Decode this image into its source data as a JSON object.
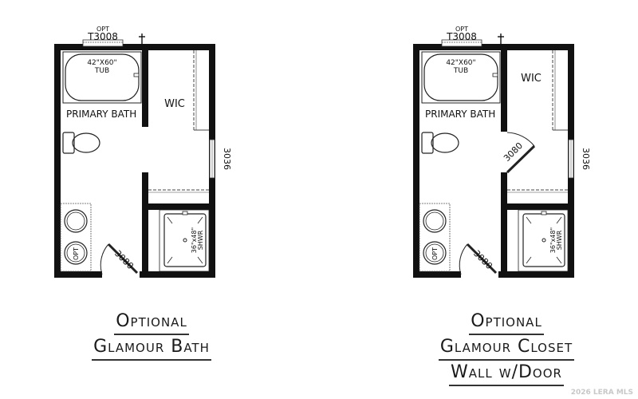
{
  "plans": [
    {
      "id": "glamour-bath",
      "labels": {
        "window_opt": "Opt",
        "window": "T3008",
        "tub_size": "42\"X60\"",
        "tub": "Tub",
        "room_bath": "Primary Bath",
        "room_closet": "WIC",
        "closet_window": "3036",
        "shower_size": "36\"x48\"",
        "shower": "Shwr",
        "sink_opt": "Opt",
        "door": "3080"
      },
      "caption": [
        "Optional",
        "Glamour Bath"
      ]
    },
    {
      "id": "glamour-closet-wall-door",
      "labels": {
        "window_opt": "Opt",
        "window": "T3008",
        "tub_size": "42\"X60\"",
        "tub": "Tub",
        "room_bath": "Primary Bath",
        "room_closet": "WIC",
        "closet_door": "3080",
        "closet_window": "3036",
        "shower_size": "36\"x48\"",
        "shower": "Shwr",
        "sink_opt": "Opt",
        "door": "3080"
      },
      "caption": [
        "Optional",
        "Glamour Closet",
        "Wall w/Door"
      ]
    }
  ],
  "watermark": "2026 LERA MLS"
}
